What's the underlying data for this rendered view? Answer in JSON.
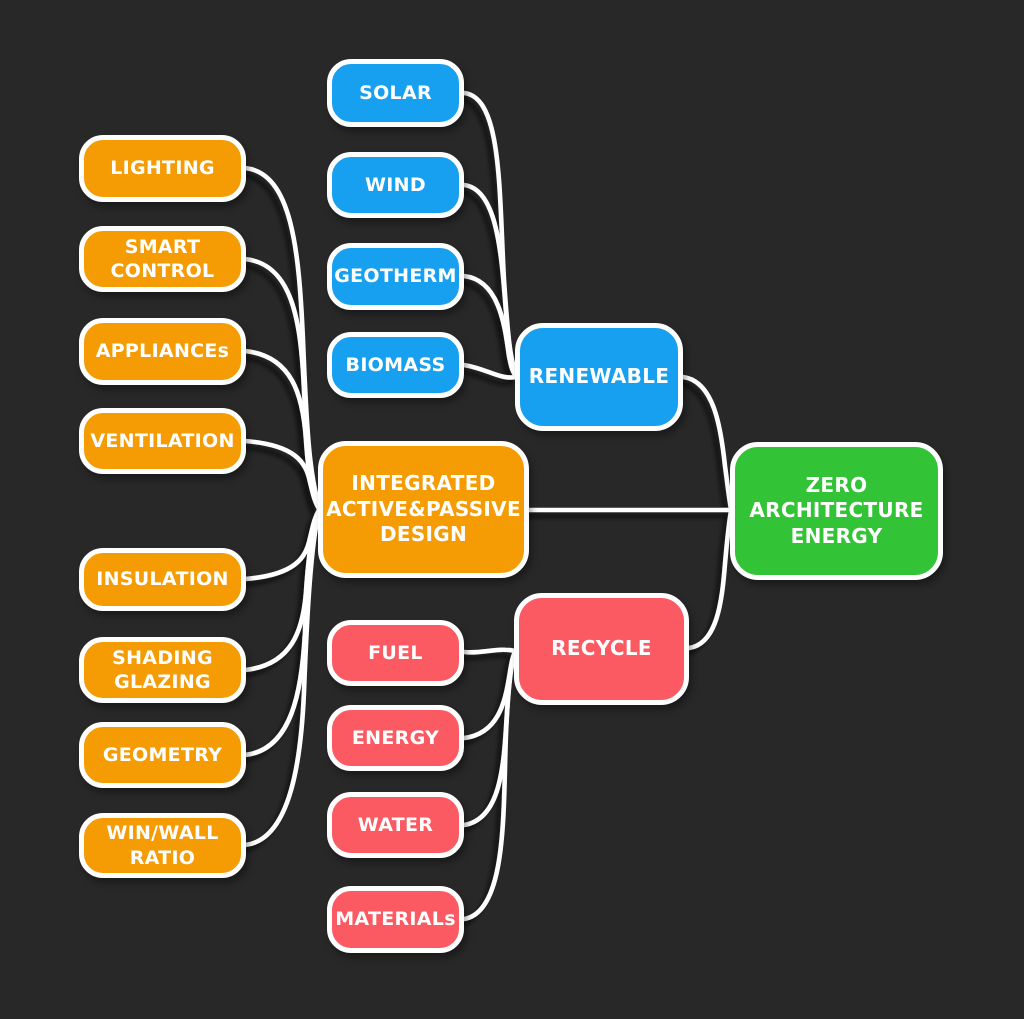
{
  "diagram": {
    "type": "mindmap",
    "root_label": "ZERO ARCHITECTURE ENERGY"
  },
  "colors": {
    "background": "#282828",
    "line": "#ffffff",
    "orange": "#f59c05",
    "blue": "#18a0f0",
    "red": "#fb5a62",
    "green": "#32c336"
  },
  "nodes": [
    {
      "id": "lighting",
      "label": "LIGHTING",
      "color": "orange",
      "group": "passive-active-factors"
    },
    {
      "id": "smart-control",
      "label": "SMART CONTROL",
      "color": "orange",
      "group": "passive-active-factors"
    },
    {
      "id": "appliances",
      "label": "APPLIANCEs",
      "color": "orange",
      "group": "passive-active-factors"
    },
    {
      "id": "ventilation",
      "label": "VENTILATION",
      "color": "orange",
      "group": "passive-active-factors"
    },
    {
      "id": "insulation",
      "label": "INSULATION",
      "color": "orange",
      "group": "passive-active-factors"
    },
    {
      "id": "shading-glazing",
      "label": "SHADING GLAZING",
      "color": "orange",
      "group": "passive-active-factors"
    },
    {
      "id": "geometry",
      "label": "GEOMETRY",
      "color": "orange",
      "group": "passive-active-factors"
    },
    {
      "id": "win-wall-ratio",
      "label": "WIN/WALL RATIO",
      "color": "orange",
      "group": "passive-active-factors"
    },
    {
      "id": "solar",
      "label": "SOLAR",
      "color": "blue",
      "group": "renewable-sources"
    },
    {
      "id": "wind",
      "label": "WIND",
      "color": "blue",
      "group": "renewable-sources"
    },
    {
      "id": "geotherm",
      "label": "GEOTHERM",
      "color": "blue",
      "group": "renewable-sources"
    },
    {
      "id": "biomass",
      "label": "BIOMASS",
      "color": "blue",
      "group": "renewable-sources"
    },
    {
      "id": "renewable",
      "label": "RENEWABLE",
      "color": "blue",
      "group": "hub"
    },
    {
      "id": "integrated",
      "label": "INTEGRATED ACTIVE&PASSIVE DESIGN",
      "color": "orange",
      "group": "hub"
    },
    {
      "id": "fuel",
      "label": "FUEL",
      "color": "red",
      "group": "recycle-sources"
    },
    {
      "id": "energy",
      "label": "ENERGY",
      "color": "red",
      "group": "recycle-sources"
    },
    {
      "id": "water",
      "label": "WATER",
      "color": "red",
      "group": "recycle-sources"
    },
    {
      "id": "materials",
      "label": "MATERIALs",
      "color": "red",
      "group": "recycle-sources"
    },
    {
      "id": "recycle",
      "label": "RECYCLE",
      "color": "red",
      "group": "hub"
    },
    {
      "id": "zero",
      "label": "ZERO ARCHITECTURE ENERGY",
      "color": "green",
      "group": "root"
    }
  ],
  "edges": [
    {
      "from": "lighting",
      "to": "integrated"
    },
    {
      "from": "smart-control",
      "to": "integrated"
    },
    {
      "from": "appliances",
      "to": "integrated"
    },
    {
      "from": "ventilation",
      "to": "integrated"
    },
    {
      "from": "insulation",
      "to": "integrated"
    },
    {
      "from": "shading-glazing",
      "to": "integrated"
    },
    {
      "from": "geometry",
      "to": "integrated"
    },
    {
      "from": "win-wall-ratio",
      "to": "integrated"
    },
    {
      "from": "solar",
      "to": "renewable"
    },
    {
      "from": "wind",
      "to": "renewable"
    },
    {
      "from": "geotherm",
      "to": "renewable"
    },
    {
      "from": "biomass",
      "to": "renewable"
    },
    {
      "from": "fuel",
      "to": "recycle"
    },
    {
      "from": "energy",
      "to": "recycle"
    },
    {
      "from": "water",
      "to": "recycle"
    },
    {
      "from": "materials",
      "to": "recycle"
    },
    {
      "from": "renewable",
      "to": "zero"
    },
    {
      "from": "integrated",
      "to": "zero"
    },
    {
      "from": "recycle",
      "to": "zero"
    }
  ]
}
